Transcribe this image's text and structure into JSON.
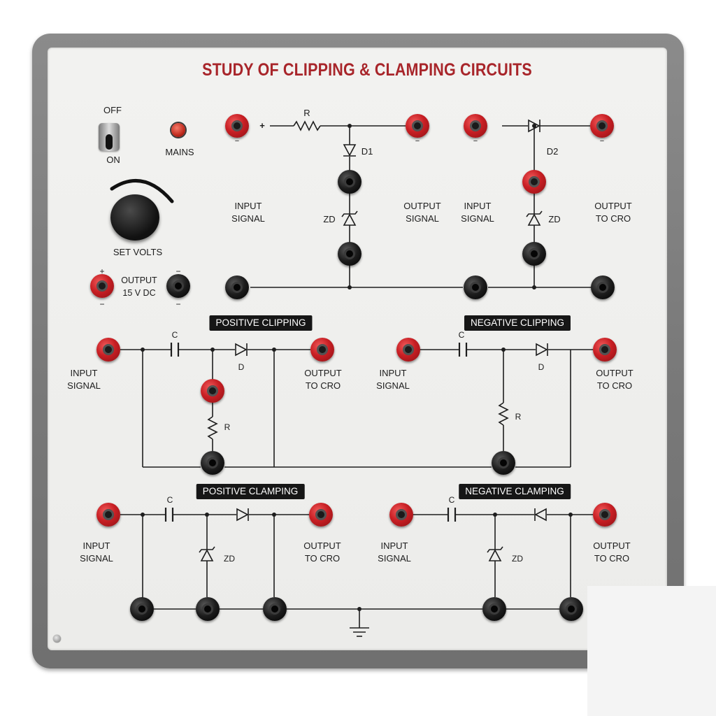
{
  "title": "STUDY OF CLIPPING & CLAMPING CIRCUITS",
  "colors": {
    "title_red": "#a8252a",
    "jack_red": "#c81f24",
    "jack_black": "#1c1c1c",
    "frame_gray": "#7a7a7a"
  },
  "power": {
    "switch_off": "OFF",
    "switch_on": "ON",
    "mains": "MAINS",
    "set_volts": "SET VOLTS",
    "output_line1": "OUTPUT",
    "output_line2": "15 V DC",
    "plus": "+",
    "minus": "−"
  },
  "series_clipper": {
    "plus": "+",
    "minus": "−",
    "r": "R",
    "d1": "D1",
    "zd": "ZD",
    "input_line1": "INPUT",
    "input_line2": "SIGNAL",
    "output_line1": "OUTPUT",
    "output_line2": "SIGNAL"
  },
  "shunt_clipper": {
    "minus": "−",
    "d2": "D2",
    "zd": "ZD",
    "input_line1": "INPUT",
    "input_line2": "SIGNAL",
    "output_line1": "OUTPUT",
    "output_line2": "TO CRO"
  },
  "positive_clipping": {
    "tag": "POSITIVE CLIPPING",
    "c": "C",
    "d": "D",
    "r": "R",
    "input_line1": "INPUT",
    "input_line2": "SIGNAL",
    "output_line1": "OUTPUT",
    "output_line2": "TO CRO"
  },
  "negative_clipping": {
    "tag": "NEGATIVE CLIPPING",
    "c": "C",
    "d": "D",
    "r": "R",
    "input_line1": "INPUT",
    "input_line2": "SIGNAL",
    "output_line1": "OUTPUT",
    "output_line2": "TO CRO"
  },
  "positive_clamping": {
    "tag": "POSITIVE CLAMPING",
    "c": "C",
    "zd": "ZD",
    "input_line1": "INPUT",
    "input_line2": "SIGNAL",
    "output_line1": "OUTPUT",
    "output_line2": "TO CRO"
  },
  "negative_clamping": {
    "tag": "NEGATIVE CLAMPING",
    "c": "C",
    "zd": "ZD",
    "input_line1": "INPUT",
    "input_line2": "SIGNAL",
    "output_line1": "OUTPUT",
    "output_line2": "TO CRO"
  },
  "icons": [
    "toggle-switch-icon",
    "led-indicator-icon",
    "voltage-knob-icon",
    "resistor-icon",
    "diode-icon",
    "zener-diode-icon",
    "capacitor-icon",
    "ground-icon"
  ]
}
